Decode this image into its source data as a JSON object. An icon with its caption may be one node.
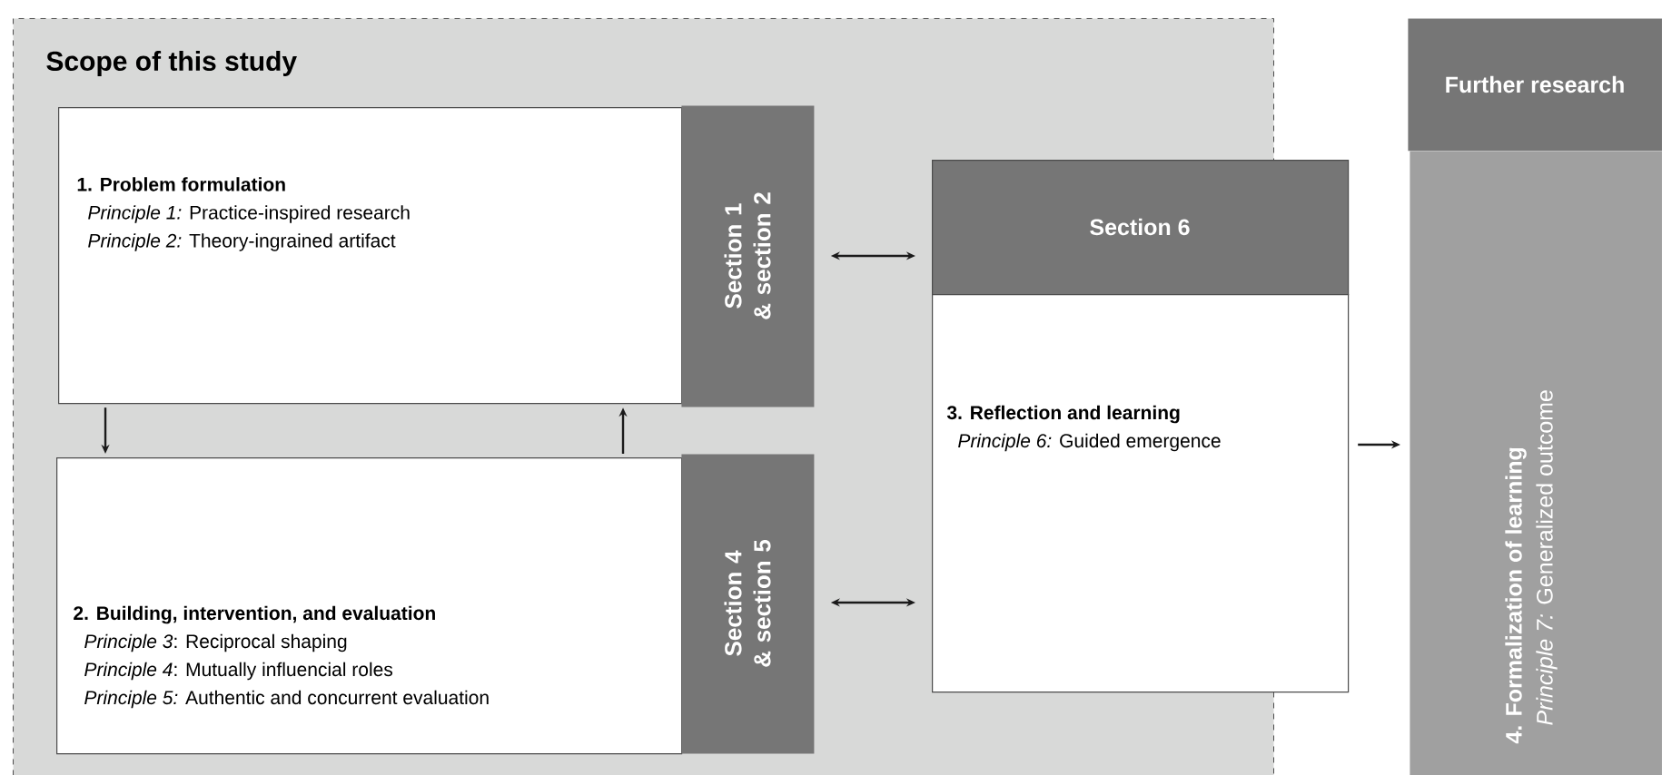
{
  "diagram": {
    "nodes": [
      {
        "text": [
          "Scope of this study"
        ]
      },
      {
        "text": [
          "1.  Problem formulation",
          "*Principle 1:* Practice-inspired research",
          "*Principle 2:* Theory-ingrained artifact"
        ],
        "in": 0
      },
      {
        "text": [
          "Section 1 & section 2"
        ],
        "in": 0
      },
      {
        "text": [
          "2. Building, intervention, and evaluation",
          "*Principle 3*: Reciprocal shaping",
          "*Principle 4*: Mutually influencial roles",
          "*Principle 5:* Authentic and concurrent evaluation"
        ],
        "in": 0
      },
      {
        "text": [
          "Section 4 & section 5"
        ],
        "in": 0
      },
      {
        "text": [
          "Section 6"
        ]
      },
      {
        "text": [
          "3. Reflection and learning",
          "*Principle 6:* Guided emergence"
        ]
      },
      {
        "text": [
          "Further research"
        ]
      },
      {
        "text": [
          "4. Formalization of learning",
          "*Principle 7:* Generalized outcome"
        ]
      }
    ],
    "edges": [
      {
        "from": 1,
        "to": 3,
        "arrow": "to"
      },
      {
        "from": 3,
        "to": 1,
        "arrow": "to"
      },
      {
        "from": 2,
        "to": 5,
        "arrow": "both"
      },
      {
        "from": 4,
        "to": 6,
        "arrow": "both"
      },
      {
        "from": 6,
        "to": 8,
        "arrow": "to"
      }
    ]
  }
}
